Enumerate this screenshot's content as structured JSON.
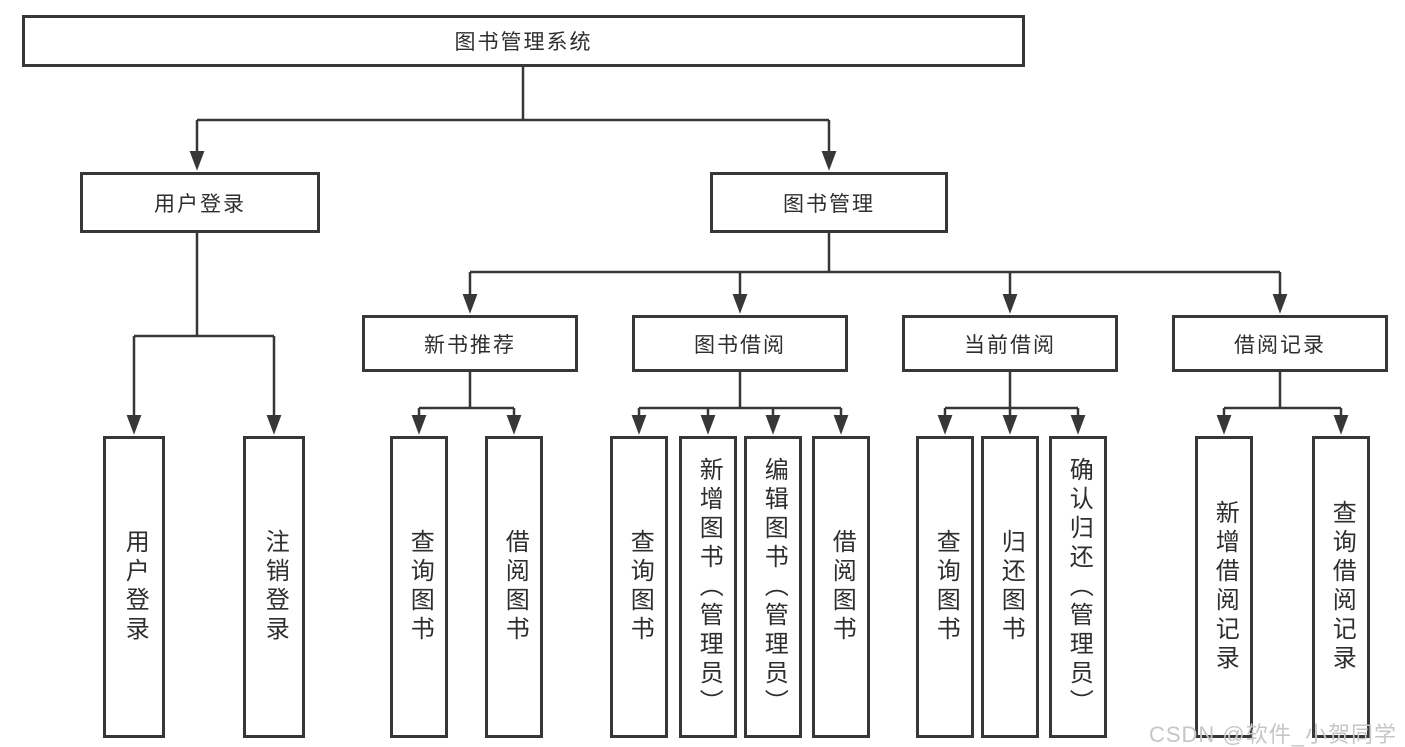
{
  "diagram": {
    "tree": {
      "root": "图书管理系统",
      "level2": [
        {
          "id": "user-login",
          "label": "用户登录",
          "children": [
            "用户登录",
            "注销登录"
          ]
        },
        {
          "id": "book-management",
          "label": "图书管理"
        }
      ],
      "level3": [
        {
          "id": "new-book-recommend",
          "label": "新书推荐",
          "children": [
            "查询图书",
            "借阅图书"
          ]
        },
        {
          "id": "book-borrowing",
          "label": "图书借阅",
          "children": [
            "查询图书",
            "新增图书（管理员）",
            "编辑图书（管理员）",
            "借阅图书"
          ]
        },
        {
          "id": "current-borrowing",
          "label": "当前借阅",
          "children": [
            "查询图书",
            "归还图书",
            "确认归还（管理员）"
          ]
        },
        {
          "id": "borrowing-records",
          "label": "借阅记录",
          "children": [
            "新增借阅记录",
            "查询借阅记录"
          ]
        }
      ]
    },
    "colors": {
      "line": "#373737",
      "text": "#2e2e2e",
      "watermark": "#c6c6c6",
      "background": "#ffffff"
    }
  },
  "watermark": "CSDN @软件_小贺同学"
}
